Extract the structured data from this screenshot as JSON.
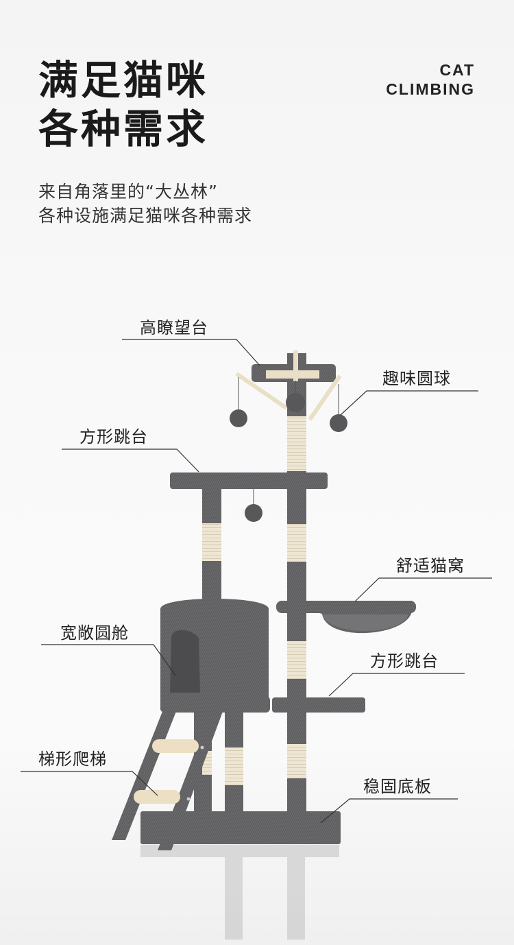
{
  "header": {
    "title_line1": "满足猫咪",
    "title_line2": "各种需求",
    "en_line1": "CAT",
    "en_line2": "CLIMBING"
  },
  "subtitle": {
    "line1": "来自角落里的“大丛林”",
    "line2": "各种设施满足猫咪各种需求"
  },
  "callouts": {
    "lookout": "高瞭望台",
    "balls": "趣味圆球",
    "platform_top": "方形跳台",
    "nest": "舒适猫窝",
    "cabin": "宽敞圆舱",
    "platform_mid": "方形跳台",
    "ladder": "梯形爬梯",
    "base": "稳固底板"
  },
  "colors": {
    "plush": "#5f5f62",
    "plush_light": "#7a7a7d",
    "sisal": "#eee6d3",
    "line": "#333333"
  }
}
